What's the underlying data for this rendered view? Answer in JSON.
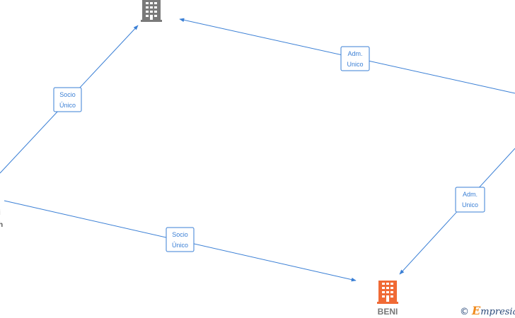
{
  "nodes": {
    "top_company": {
      "label": "",
      "icon": "building-icon",
      "color": "#7a7a7a"
    },
    "beni_company": {
      "label": "BENI",
      "icon": "building-icon",
      "color": "#f06a35"
    },
    "left_person": {
      "label_line1": "i",
      "label_line2": "h"
    }
  },
  "edges": {
    "socio_unico_top": {
      "line1": "Socio",
      "line2": "Único"
    },
    "adm_unico_top": {
      "line1": "Adm.",
      "line2": "Unico"
    },
    "socio_unico_bottom": {
      "line1": "Socio",
      "line2": "Único"
    },
    "adm_unico_bottom": {
      "line1": "Adm.",
      "line2": "Unico"
    }
  },
  "colors": {
    "edge": "#3a7fd5",
    "building_gray": "#7a7a7a",
    "building_orange": "#f06a35"
  },
  "brand": {
    "copyright": "©",
    "initial": "E",
    "rest": "mpresia"
  }
}
